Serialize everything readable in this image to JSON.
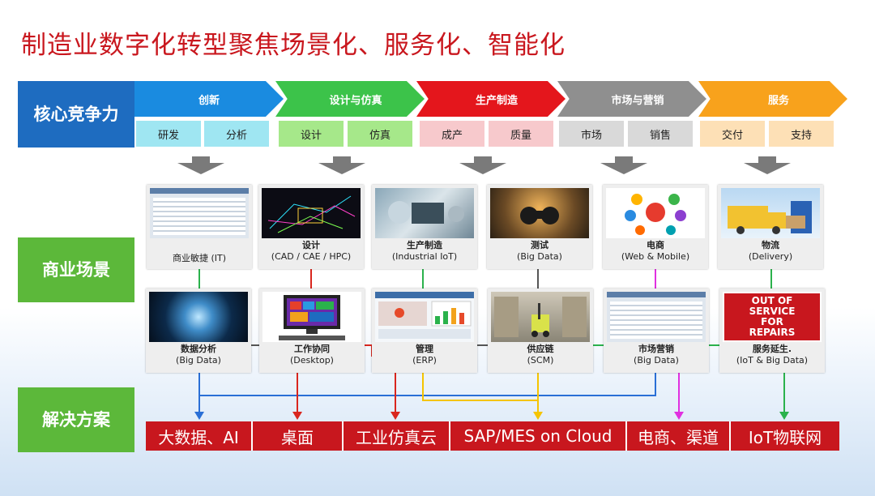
{
  "title": "制造业数字化转型聚焦场景化、服务化、智能化",
  "rows": {
    "core": "核心竞争力",
    "scenario": "商业场景",
    "solution": "解决方案"
  },
  "stages": [
    {
      "label": "创新",
      "color": "#1a8be0",
      "subs": [
        "研发",
        "分析"
      ],
      "sub_color": "#9fe6f2"
    },
    {
      "label": "设计与仿真",
      "color": "#3cc34a",
      "subs": [
        "设计",
        "仿真"
      ],
      "sub_color": "#a6e88a"
    },
    {
      "label": "生产制造",
      "color": "#e4161c",
      "subs": [
        "成产",
        "质量"
      ],
      "sub_color": "#f7c9cc"
    },
    {
      "label": "市场与营销",
      "color": "#8f8f8f",
      "subs": [
        "市场",
        "销售"
      ],
      "sub_color": "#d9d9d9"
    },
    {
      "label": "服务",
      "color": "#f8a21c",
      "subs": [
        "交付",
        "支持"
      ],
      "sub_color": "#fde0b6"
    }
  ],
  "scenes_top": [
    {
      "name": "商业敏捷 (IT)",
      "sub": ""
    },
    {
      "name": "设计",
      "sub": "(CAD / CAE / HPC)"
    },
    {
      "name": "生产制造",
      "sub": "(Industrial IoT)"
    },
    {
      "name": "测试",
      "sub": "(Big Data)"
    },
    {
      "name": "电商",
      "sub": "(Web & Mobile)"
    },
    {
      "name": "物流",
      "sub": "(Delivery)"
    }
  ],
  "scenes_bottom": [
    {
      "name": "数据分析",
      "sub": "(Big Data)"
    },
    {
      "name": "工作协同",
      "sub": "(Desktop)"
    },
    {
      "name": "管理",
      "sub": "(ERP)"
    },
    {
      "name": "供应链",
      "sub": "(SCM)"
    },
    {
      "name": "市场营销",
      "sub": "(Big Data)"
    },
    {
      "name": "服务延生.",
      "sub": "(IoT & Big Data)"
    }
  ],
  "sign_text": [
    "OUT OF",
    "SERVICE",
    "FOR",
    "REPAIRS"
  ],
  "solutions": [
    "大数据、AI",
    "桌面",
    "工业仿真云",
    "SAP/MES on Cloud",
    "电商、渠道",
    "IoT物联网"
  ],
  "colors": {
    "title": "#c9171e",
    "core_box": "#1e6cc0",
    "green_box": "#5cb83a",
    "solution_red": "#c8171e",
    "line_blue": "#2a6fd6",
    "line_red": "#d9261e",
    "line_yellow": "#f5c400",
    "line_magenta": "#e030e0",
    "line_green": "#2bb24c"
  }
}
